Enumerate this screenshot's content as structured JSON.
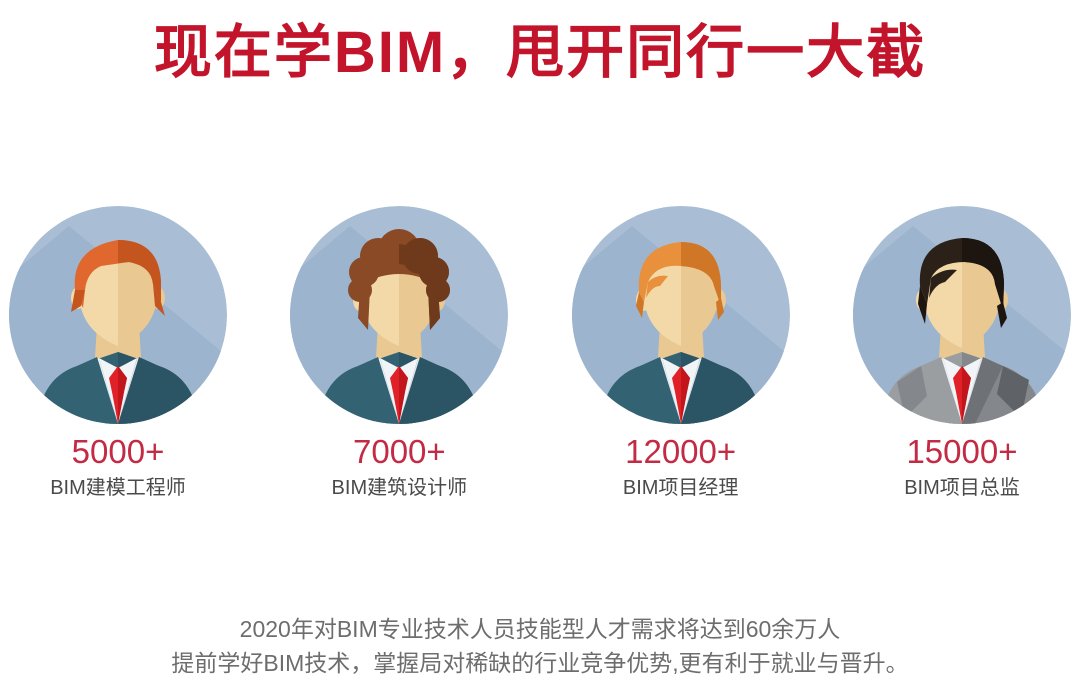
{
  "header": {
    "title": "现在学BIM，甩开同行一大截",
    "title_color": "#c2142a"
  },
  "theme": {
    "accent_red": "#c2142a",
    "number_red": "#c32a44",
    "label_gray": "#4a4a4a",
    "footer_gray": "#6d6d6d",
    "circle_light": "#a9bed5",
    "circle_shade": "#8ba8c6",
    "skin": "#f4d9a8",
    "skin_shade": "#e9c892",
    "suit_teal": "#336273",
    "suit_teal_dark": "#2b5464",
    "suit_gray": "#9a9ea1",
    "suit_gray_dark": "#6e7276",
    "shirt_white": "#f2f5f8",
    "tie_red": "#e02128",
    "tie_red_dark": "#c2151c"
  },
  "stats": [
    {
      "number": "5000+",
      "label": "BIM建模工程师",
      "avatar": {
        "name": "avatar-bim-modeling-engineer",
        "hair_color": "#e0672e",
        "hair_shade": "#c4551f",
        "hair_style": "straight-side-part",
        "suit_color": "#336273",
        "suit_shade": "#2b5464",
        "tie_color": "#e02128"
      }
    },
    {
      "number": "7000+",
      "label": "BIM建筑设计师",
      "avatar": {
        "name": "avatar-bim-architect-designer",
        "hair_color": "#8a4a25",
        "hair_shade": "#6f3a1c",
        "hair_style": "curly",
        "suit_color": "#336273",
        "suit_shade": "#2b5464",
        "tie_color": "#e02128"
      }
    },
    {
      "number": "12000+",
      "label": "BIM项目经理",
      "avatar": {
        "name": "avatar-bim-project-manager",
        "hair_color": "#e8903c",
        "hair_shade": "#cf7726",
        "hair_style": "short-swept",
        "suit_color": "#336273",
        "suit_shade": "#2b5464",
        "tie_color": "#e02128"
      }
    },
    {
      "number": "15000+",
      "label": "BIM项目总监",
      "avatar": {
        "name": "avatar-bim-project-director",
        "hair_color": "#2b2119",
        "hair_shade": "#1c1510",
        "hair_style": "short-dark-part",
        "suit_color": "#9a9ea1",
        "suit_shade": "#6e7276",
        "tie_color": "#e02128"
      }
    }
  ],
  "footer": {
    "line1": "2020年对BIM专业技术人员技能型人才需求将达到60余万人",
    "line2": "提前学好BIM技术，掌握局对稀缺的行业竞争优势,更有利于就业与晋升。"
  }
}
